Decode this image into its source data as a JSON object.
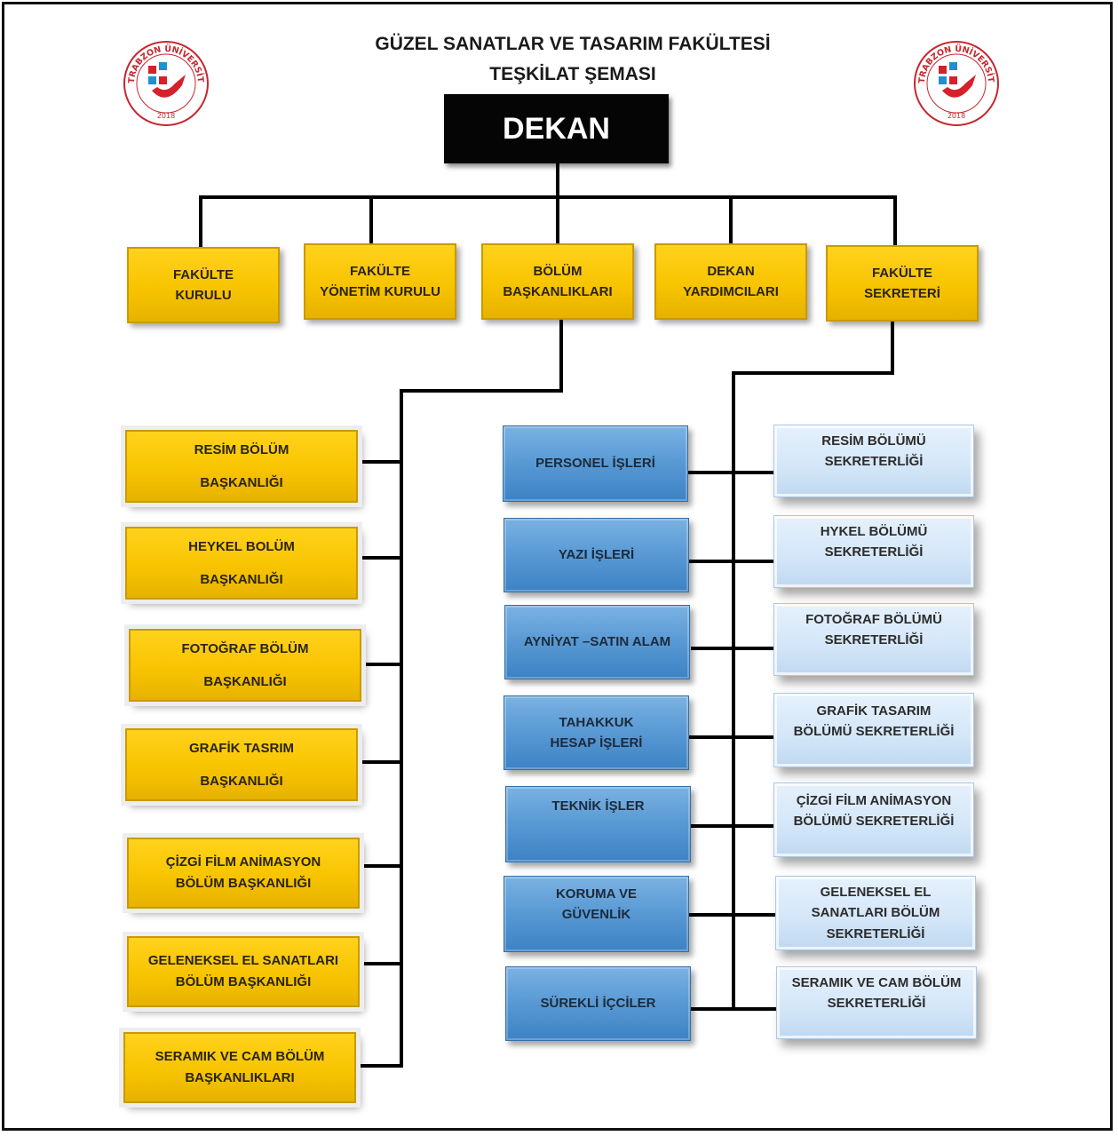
{
  "header": {
    "title_line1": "GÜZEL SANATLAR VE TASARIM FAKÜLTESİ",
    "title_line2": "TEŞKİLAT ŞEMASI"
  },
  "logo": {
    "arc_text": "TRABZON ÜNİVERSİTESİ",
    "year": "2018",
    "colors": {
      "red": "#d6202a",
      "blue": "#1f8fd0",
      "ring": "#c8262e"
    }
  },
  "root": {
    "label": "DEKAN"
  },
  "top_units": [
    {
      "line1": "FAKÜLTE",
      "line2": "KURULU"
    },
    {
      "line1": "FAKÜLTE",
      "line2": "YÖNETİM KURULU"
    },
    {
      "line1": "BÖLÜM",
      "line2": "BAŞKANLIKLARI"
    },
    {
      "line1": "DEKAN",
      "line2": "YARDIMCILARI"
    },
    {
      "line1": "FAKÜLTE",
      "line2": "SEKRETERİ"
    }
  ],
  "department_heads": [
    {
      "line1": "RESİM BÖLÜM",
      "line2": "BAŞKANLIĞI"
    },
    {
      "line1": "HEYKEL BOLÜM",
      "line2": "BAŞKANLIĞI"
    },
    {
      "line1": "FOTOĞRAF BÖLÜM",
      "line2": "BAŞKANLIĞI"
    },
    {
      "line1": "GRAFİK TASRIM",
      "line2": "BAŞKANLIĞI"
    },
    {
      "line1": "ÇİZGİ FİLM ANİMASYON",
      "line2": "BÖLÜM BAŞKANLIĞI"
    },
    {
      "line1": "GELENEKSEL EL SANATLARI",
      "line2": "BÖLÜM BAŞKANLIĞI"
    },
    {
      "line1": "SERAMIK VE CAM BÖLÜM",
      "line2": "BAŞKANLIKLARI"
    }
  ],
  "secretary_services": [
    {
      "line1": "PERSONEL İŞLERİ",
      "line2": ""
    },
    {
      "line1": "YAZI  İŞLERİ",
      "line2": ""
    },
    {
      "line1": "AYNİYAT –SATIN ALAM",
      "line2": ""
    },
    {
      "line1": "TAHAKKUK",
      "line2": "HESAP İŞLERİ"
    },
    {
      "line1": "TEKNİK İŞLER",
      "line2": ""
    },
    {
      "line1": "KORUMA VE",
      "line2": "GÜVENLİK"
    },
    {
      "line1": "SÜREKLİ İÇCİLER",
      "line2": ""
    }
  ],
  "department_secretariats": [
    {
      "line1": "RESİM BÖLÜMÜ",
      "line2": "SEKRETERLİĞİ",
      "line3": ""
    },
    {
      "line1": "HYKEL BÖLÜMÜ",
      "line2": "SEKRETERLİĞİ",
      "line3": ""
    },
    {
      "line1": "FOTOĞRAF BÖLÜMÜ",
      "line2": "SEKRETERLİĞİ",
      "line3": ""
    },
    {
      "line1": "GRAFİK TASARIM",
      "line2": "BÖLÜMÜ SEKRETERLİĞİ",
      "line3": ""
    },
    {
      "line1": "ÇİZGİ FİLM ANİMASYON",
      "line2": "BÖLÜMÜ SEKRETERLİĞİ",
      "line3": ""
    },
    {
      "line1": "GELENEKSEL EL",
      "line2": "SANATLARI BÖLÜM",
      "line3": "SEKRETERLİĞİ"
    },
    {
      "line1": "SERAMIK VE CAM BÖLÜM",
      "line2": "SEKRETERLİĞİ",
      "line3": ""
    }
  ]
}
